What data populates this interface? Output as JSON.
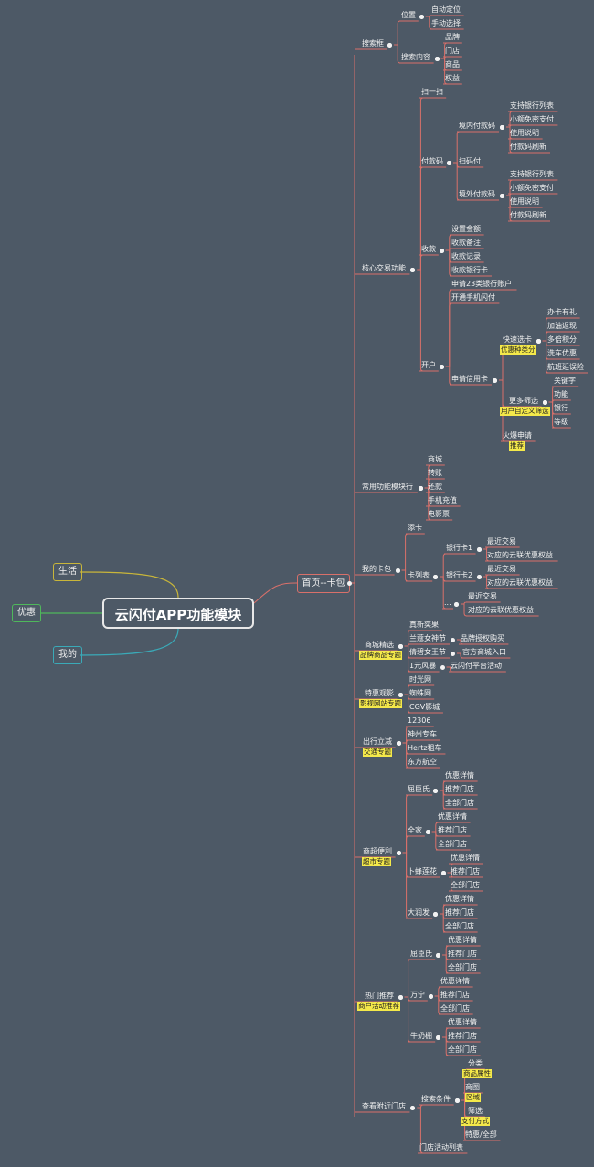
{
  "root": "云闪付APP功能模块",
  "left": [
    "生活",
    "优惠",
    "我的"
  ],
  "hub": "首页--卡包",
  "nodes": {
    "ssk": "搜索框",
    "wz": "位置",
    "zddw": "自动定位",
    "sdxz": "手动选择",
    "ssnr": "搜索内容",
    "pp": "品牌",
    "md": "门店",
    "sp": "商品",
    "qy": "权益",
    "hxjy": "核心交易功能",
    "sys": "扫一扫",
    "fkm": "付款码",
    "jnfkm": "境内付款码",
    "zcyh1": "支持银行列表",
    "xemm1": "小额免密支付",
    "sysm1": "使用说明",
    "fkmsx1": "付款码刷新",
    "smf": "扫码付",
    "jwfkm": "境外付款码",
    "zcyh2": "支持银行列表",
    "xemm2": "小额免密支付",
    "sysm2": "使用说明",
    "fkmsx2": "付款码刷新",
    "sk": "收款",
    "szje": "设置金额",
    "skbz": "收款备注",
    "skjl": "收款记录",
    "skyhk": "收款银行卡",
    "kh": "开户",
    "sq23": "申请23类银行账户",
    "ktsj": "开通手机闪付",
    "sqxyk": "申请信用卡",
    "ksxk": "快速选卡",
    "yhzl": "优惠种类分",
    "bkyl": "办卡有礼",
    "jyfx": "加油返现",
    "dbjf": "多倍积分",
    "xcyh": "洗车优惠",
    "hbyw": "航班延误险",
    "gdsx": "更多筛选",
    "yhzdy": "用户自定义筛选",
    "gjz": "关键字",
    "gn": "功能",
    "yh": "银行",
    "dj": "等级",
    "hbsq": "火爆申请",
    "tj": "推荐",
    "cygn": "常用功能模块行",
    "sc": "商城",
    "zz": "转账",
    "hk": "还款",
    "sjcz": "手机充值",
    "dyp": "电影票",
    "wdkb": "我的卡包",
    "tk": "添卡",
    "klb": "卡列表",
    "yhk1": "银行卡1",
    "zjjy1": "最近交易",
    "yhqy1": "对应的云联优惠权益",
    "yhk2": "银行卡2",
    "zjjy2": "最近交易",
    "yhqy2": "对应的云联优惠权益",
    "dots": "...",
    "zjjy3": "最近交易",
    "yhqy3": "对应的云联优惠权益",
    "scjx": "商城精选",
    "ppspzt": "品牌商品专题",
    "zxsq": "真新奕果",
    "lknsj": "兰蔻女神节",
    "ppsqgm": "品牌授权购买",
    "qbnwj": "倩碧女王节",
    "gfsc": "官方商城入口",
    "yyfb": "1元风暴",
    "ysfpt": "云闪付平台活动",
    "thgy": "特惠观影",
    "ysw": "影视网站专题",
    "sgw": "时光网",
    "zzw": "蜘蛛网",
    "cgv": "CGV影城",
    "cxlj": "出行立减",
    "jtzt": "交通专题",
    "t12306": "12306",
    "szzc": "神州专车",
    "hertz": "Hertz租车",
    "dfhk": "东方航空",
    "csbl": "商超便利",
    "cszt": "超市专题",
    "qcs": "屈臣氏",
    "yhxq1": "优惠详情",
    "tjmd1": "推荐门店",
    "qbmd1": "全部门店",
    "qj": "全家",
    "yhxq2": "优惠详情",
    "tjmd2": "推荐门店",
    "qbmd2": "全部门店",
    "bflh": "卜蜂莲花",
    "yhxq3": "优惠详情",
    "tjmd3": "推荐门店",
    "qbmd3": "全部门店",
    "drf": "大润发",
    "yhxq4": "优惠详情",
    "tjmd4": "推荐门店",
    "qbmd4": "全部门店",
    "rmtj": "热门推荐",
    "shhdtj": "商户活动推荐",
    "qcs2": "屈臣氏",
    "yhxq5": "优惠详情",
    "tjmd5": "推荐门店",
    "qbmd5": "全部门店",
    "wn": "万宁",
    "yhxq6": "优惠详情",
    "tjmd6": "推荐门店",
    "qbmd6": "全部门店",
    "nnp": "牛奶棚",
    "yhxq7": "优惠详情",
    "tjmd7": "推荐门店",
    "qbmd7": "全部门店",
    "ckfj": "查看附近门店",
    "sstj": "搜索条件",
    "fl": "分类",
    "spsx": "商品属性",
    "sq": "商圈",
    "qu": "区域",
    "sx": "筛选",
    "zffs": "支付方式",
    "thqb": "特惠/全部",
    "mdhd": "门店活动列表"
  }
}
